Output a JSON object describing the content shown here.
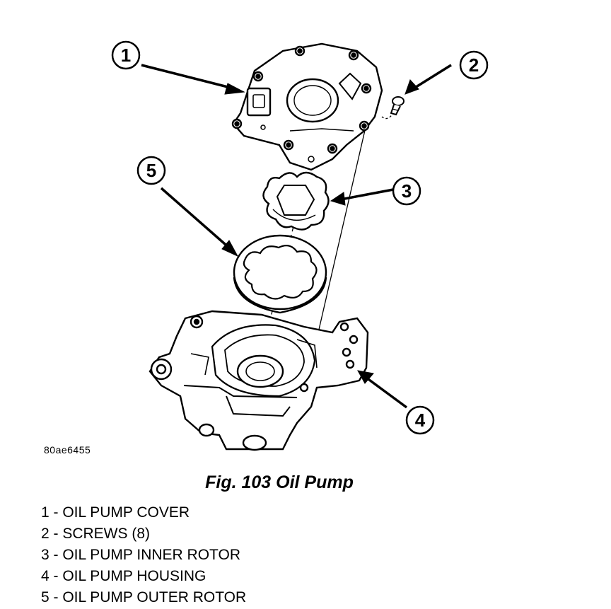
{
  "figure": {
    "image_id": "80ae6455",
    "caption": "Fig. 103 Oil Pump",
    "callouts": [
      "1",
      "2",
      "3",
      "4",
      "5"
    ],
    "legend": [
      "1 - OIL PUMP COVER",
      "2 - SCREWS (8)",
      "3 - OIL PUMP INNER ROTOR",
      "4 - OIL PUMP HOUSING",
      "5 - OIL PUMP OUTER ROTOR"
    ]
  }
}
